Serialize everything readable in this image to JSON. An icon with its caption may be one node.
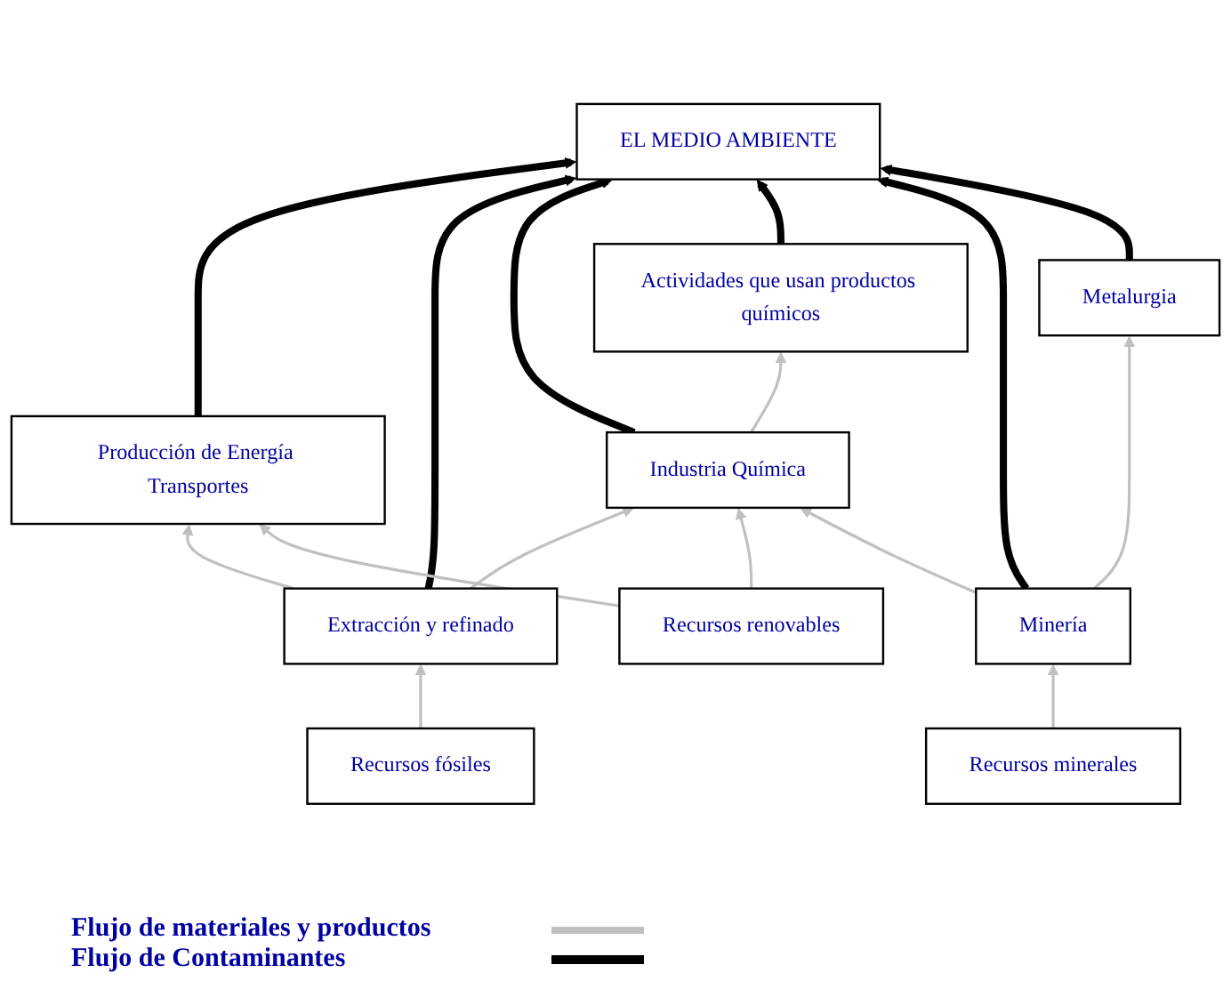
{
  "diagram": {
    "nodes": [
      {
        "text": [
          "EL MEDIO AMBIENTE"
        ]
      },
      {
        "text": [
          "Producción de Energía Transportes"
        ]
      },
      {
        "text": [
          "Industria Química"
        ]
      },
      {
        "text": [
          "Actividades que usan productos químicos"
        ]
      },
      {
        "text": [
          "Metalurgia"
        ]
      },
      {
        "text": [
          "Extracción y refinado"
        ]
      },
      {
        "text": [
          "Minería"
        ]
      },
      {
        "text": [
          "Recursos renovables"
        ]
      },
      {
        "text": [
          "Recursos fósiles"
        ]
      },
      {
        "text": [
          "Recursos minerales"
        ]
      }
    ],
    "edges": [
      {
        "from": 1,
        "to": 0,
        "arrow": "to",
        "style": "thick",
        "color": "#000000"
      },
      {
        "from": 5,
        "to": 0,
        "arrow": "to",
        "style": "thick",
        "color": "#000000"
      },
      {
        "from": 2,
        "to": 0,
        "arrow": "to",
        "style": "thick",
        "color": "#000000"
      },
      {
        "from": 3,
        "to": 0,
        "arrow": "to",
        "style": "thick",
        "color": "#000000"
      },
      {
        "from": 6,
        "to": 0,
        "arrow": "to",
        "style": "thick",
        "color": "#000000"
      },
      {
        "from": 4,
        "to": 0,
        "arrow": "to",
        "style": "thick",
        "color": "#000000"
      },
      {
        "from": 2,
        "to": 3,
        "arrow": "to"
      },
      {
        "from": 5,
        "to": 1,
        "arrow": "to"
      },
      {
        "from": 5,
        "to": 2,
        "arrow": "to"
      },
      {
        "from": 7,
        "to": 1,
        "arrow": "to"
      },
      {
        "from": 7,
        "to": 2,
        "arrow": "to"
      },
      {
        "from": 6,
        "to": 2,
        "arrow": "to"
      },
      {
        "from": 6,
        "to": 4,
        "arrow": "to"
      },
      {
        "from": 8,
        "to": 5,
        "arrow": "to"
      },
      {
        "from": 9,
        "to": 6,
        "arrow": "to"
      }
    ],
    "legend": [
      {
        "text": "Flujo de materiales y productos"
      },
      {
        "text": "Flujo de Contaminantes"
      }
    ]
  }
}
